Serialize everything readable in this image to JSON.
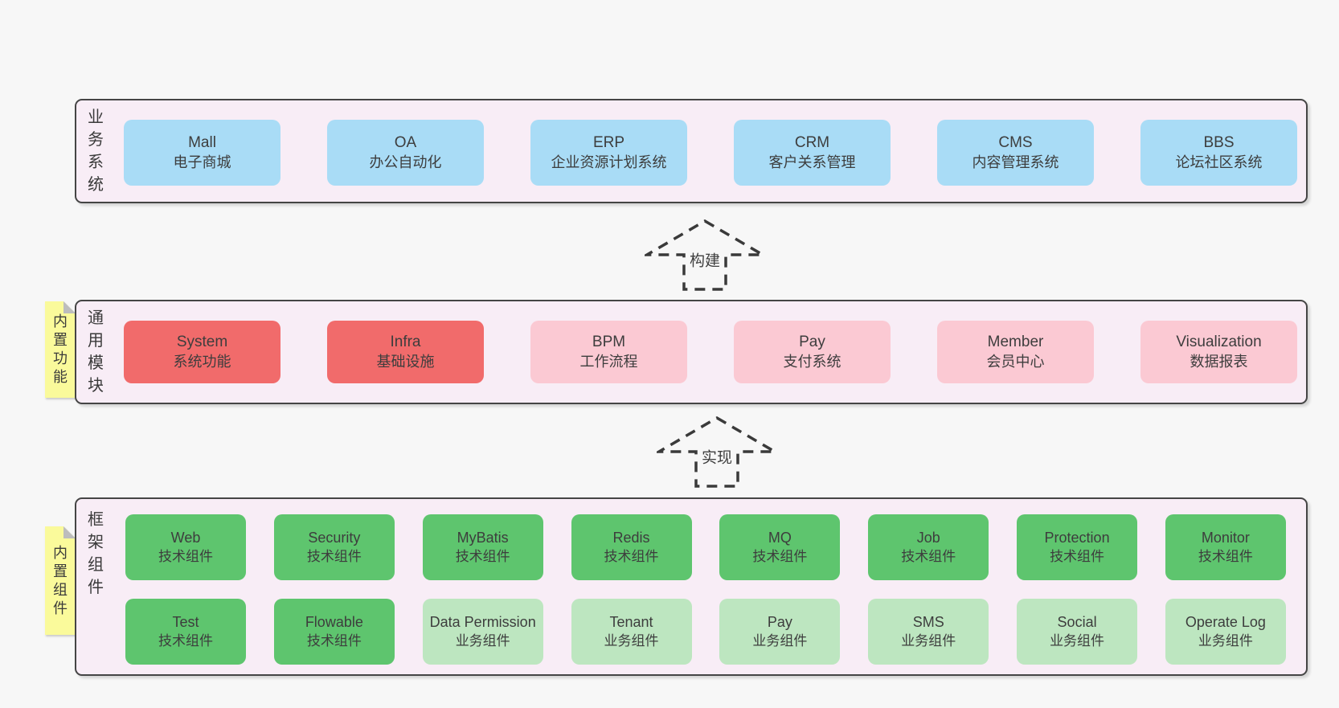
{
  "diagram": {
    "business": {
      "label": "业务系统",
      "boxes": [
        {
          "name": "Mall",
          "desc": "电子商城"
        },
        {
          "name": "OA",
          "desc": "办公自动化"
        },
        {
          "name": "ERP",
          "desc": "企业资源计划系统"
        },
        {
          "name": "CRM",
          "desc": "客户关系管理"
        },
        {
          "name": "CMS",
          "desc": "内容管理系统"
        },
        {
          "name": "BBS",
          "desc": "论坛社区系统"
        }
      ]
    },
    "arrows": {
      "build": "构建",
      "implement": "实现"
    },
    "modules": {
      "label": "通用模块",
      "sticky": "内置功能",
      "boxes": [
        {
          "name": "System",
          "desc": "系统功能"
        },
        {
          "name": "Infra",
          "desc": "基础设施"
        },
        {
          "name": "BPM",
          "desc": "工作流程"
        },
        {
          "name": "Pay",
          "desc": "支付系统"
        },
        {
          "name": "Member",
          "desc": "会员中心"
        },
        {
          "name": "Visualization",
          "desc": "数据报表"
        }
      ]
    },
    "framework": {
      "label": "框架组件",
      "sticky": "内置组件",
      "row1": [
        {
          "name": "Web",
          "desc": "技术组件"
        },
        {
          "name": "Security",
          "desc": "技术组件"
        },
        {
          "name": "MyBatis",
          "desc": "技术组件"
        },
        {
          "name": "Redis",
          "desc": "技术组件"
        },
        {
          "name": "MQ",
          "desc": "技术组件"
        },
        {
          "name": "Job",
          "desc": "技术组件"
        },
        {
          "name": "Protection",
          "desc": "技术组件"
        },
        {
          "name": "Monitor",
          "desc": "技术组件"
        }
      ],
      "row2": [
        {
          "name": "Test",
          "desc": "技术组件"
        },
        {
          "name": "Flowable",
          "desc": "技术组件"
        },
        {
          "name": "Data Permission",
          "desc": "业务组件"
        },
        {
          "name": "Tenant",
          "desc": "业务组件"
        },
        {
          "name": "Pay",
          "desc": "业务组件"
        },
        {
          "name": "SMS",
          "desc": "业务组件"
        },
        {
          "name": "Social",
          "desc": "业务组件"
        },
        {
          "name": "Operate Log",
          "desc": "业务组件"
        }
      ]
    }
  },
  "colors": {
    "page_bg": "#f7f7f7",
    "panel_bg": "#f8edf6",
    "panel_border": "#454545",
    "blue_box": "#a9dcf6",
    "red_box": "#f16b6b",
    "pink_box": "#fbc9d3",
    "green_dark_box": "#5ec56e",
    "green_light_box": "#bde6c0",
    "sticky_yellow": "#fafa9b",
    "sticky_fold": "#bdbdbd",
    "text": "#3d3d3d"
  }
}
